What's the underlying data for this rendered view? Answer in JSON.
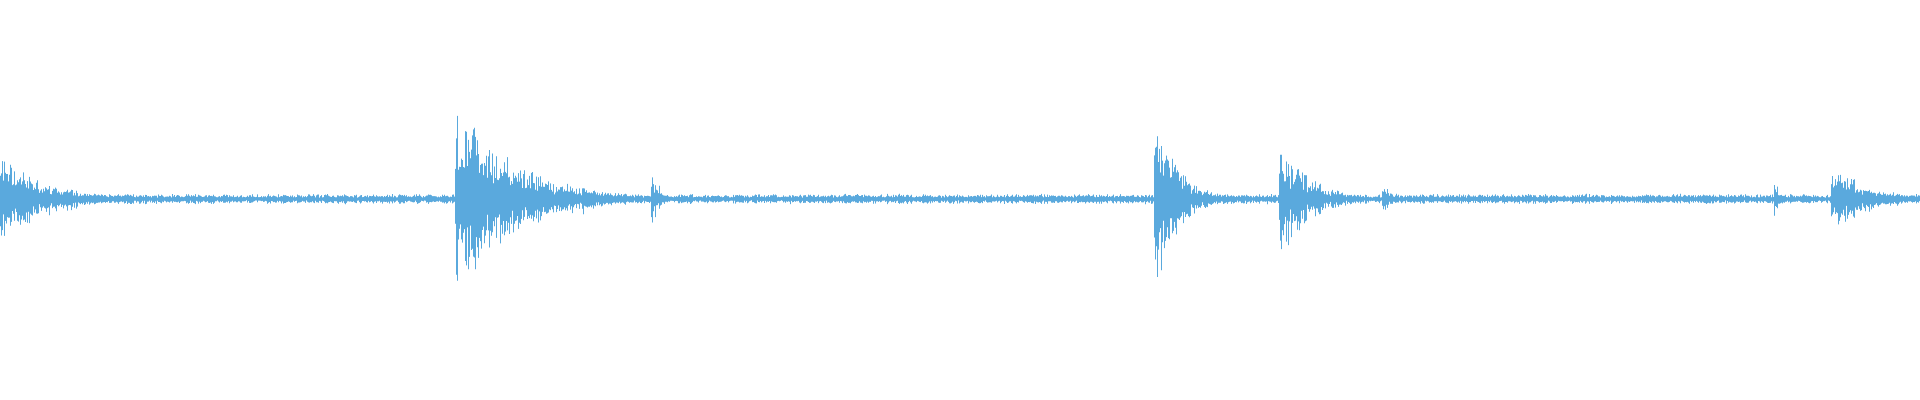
{
  "waveform": {
    "color": "#5aa9dd",
    "background": "#ffffff",
    "baseline_amplitude": 0.02,
    "noise_floor": 0.03,
    "bursts": [
      {
        "t": 0.0,
        "amp": 0.46,
        "decay": 0.025
      },
      {
        "t": 0.021,
        "amp": 0.1,
        "decay": 0.006
      },
      {
        "t": 0.2378,
        "amp": 1.0,
        "decay": 0.03
      },
      {
        "t": 0.281,
        "amp": 0.12,
        "decay": 0.006
      },
      {
        "t": 0.304,
        "amp": 0.28,
        "decay": 0.004
      },
      {
        "t": 0.309,
        "amp": 0.12,
        "decay": 0.012
      },
      {
        "t": 0.34,
        "amp": 0.3,
        "decay": 0.004
      },
      {
        "t": 0.602,
        "amp": 0.92,
        "decay": 0.012
      },
      {
        "t": 0.667,
        "amp": 0.62,
        "decay": 0.015
      },
      {
        "t": 0.721,
        "amp": 0.17,
        "decay": 0.004
      },
      {
        "t": 0.925,
        "amp": 0.19,
        "decay": 0.003
      },
      {
        "t": 0.955,
        "amp": 0.34,
        "decay": 0.02
      },
      {
        "t": 1.0,
        "amp": 0.06,
        "decay": 0.02
      }
    ]
  }
}
